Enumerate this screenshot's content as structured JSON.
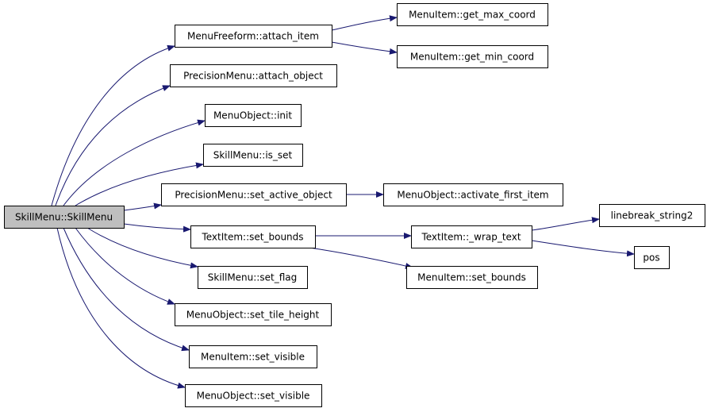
{
  "colors": {
    "edge": "#191970",
    "node_border": "#000000",
    "node_fill": "#ffffff",
    "root_fill": "#bfbfbf",
    "text": "#000000"
  },
  "graph": {
    "nodes": [
      {
        "id": "root",
        "label": "SkillMenu::SkillMenu",
        "root": true
      },
      {
        "id": "mf_attach_item",
        "label": "MenuFreeform::attach_item"
      },
      {
        "id": "mi_get_max_coord",
        "label": "MenuItem::get_max_coord"
      },
      {
        "id": "mi_get_min_coord",
        "label": "MenuItem::get_min_coord"
      },
      {
        "id": "pm_attach_object",
        "label": "PrecisionMenu::attach_object"
      },
      {
        "id": "mo_init",
        "label": "MenuObject::init"
      },
      {
        "id": "sm_is_set",
        "label": "SkillMenu::is_set"
      },
      {
        "id": "pm_set_active_object",
        "label": "PrecisionMenu::set_active_object"
      },
      {
        "id": "mo_activate_first_item",
        "label": "MenuObject::activate_first_item"
      },
      {
        "id": "ti_set_bounds",
        "label": "TextItem::set_bounds"
      },
      {
        "id": "ti_wrap_text",
        "label": "TextItem::_wrap_text"
      },
      {
        "id": "linebreak_string2",
        "label": "linebreak_string2"
      },
      {
        "id": "pos",
        "label": "pos"
      },
      {
        "id": "mi_set_bounds",
        "label": "MenuItem::set_bounds"
      },
      {
        "id": "sm_set_flag",
        "label": "SkillMenu::set_flag"
      },
      {
        "id": "mo_set_tile_height",
        "label": "MenuObject::set_tile_height"
      },
      {
        "id": "mi_set_visible",
        "label": "MenuItem::set_visible"
      },
      {
        "id": "mo_set_visible",
        "label": "MenuObject::set_visible"
      }
    ],
    "edges": [
      {
        "from": "root",
        "to": "mf_attach_item"
      },
      {
        "from": "root",
        "to": "pm_attach_object"
      },
      {
        "from": "root",
        "to": "mo_init"
      },
      {
        "from": "root",
        "to": "sm_is_set"
      },
      {
        "from": "root",
        "to": "pm_set_active_object"
      },
      {
        "from": "root",
        "to": "ti_set_bounds"
      },
      {
        "from": "root",
        "to": "sm_set_flag"
      },
      {
        "from": "root",
        "to": "mo_set_tile_height"
      },
      {
        "from": "root",
        "to": "mi_set_visible"
      },
      {
        "from": "root",
        "to": "mo_set_visible"
      },
      {
        "from": "mf_attach_item",
        "to": "mi_get_max_coord"
      },
      {
        "from": "mf_attach_item",
        "to": "mi_get_min_coord"
      },
      {
        "from": "pm_set_active_object",
        "to": "mo_activate_first_item"
      },
      {
        "from": "ti_set_bounds",
        "to": "ti_wrap_text"
      },
      {
        "from": "ti_set_bounds",
        "to": "mi_set_bounds"
      },
      {
        "from": "ti_wrap_text",
        "to": "linebreak_string2"
      },
      {
        "from": "ti_wrap_text",
        "to": "pos"
      }
    ]
  }
}
